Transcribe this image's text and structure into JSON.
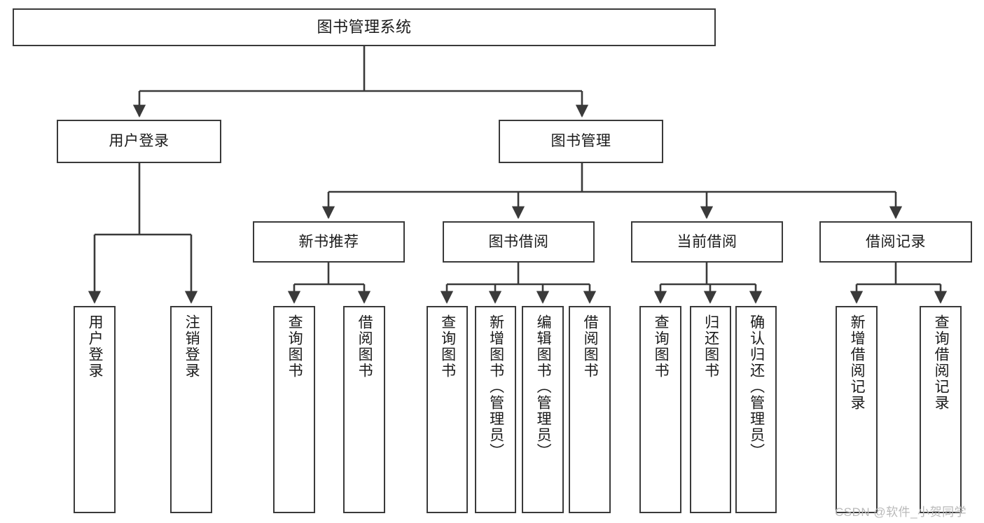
{
  "diagram": {
    "title": "图书管理系统",
    "type": "hierarchy-tree",
    "colors": {
      "stroke": "#3a3a3a",
      "fill": "#ffffff",
      "text": "#1a1a1a",
      "watermark": "#b9b9b9"
    },
    "levels": {
      "root": {
        "label": "图书管理系统"
      },
      "level2": [
        {
          "label": "用户登录"
        },
        {
          "label": "图书管理"
        }
      ],
      "level3": [
        {
          "label": "新书推荐"
        },
        {
          "label": "图书借阅"
        },
        {
          "label": "当前借阅"
        },
        {
          "label": "借阅记录"
        }
      ],
      "leaves": [
        {
          "label": "用户登录",
          "parent": "用户登录"
        },
        {
          "label": "注销登录",
          "parent": "用户登录"
        },
        {
          "label": "查询图书",
          "parent": "新书推荐"
        },
        {
          "label": "借阅图书",
          "parent": "新书推荐"
        },
        {
          "label": "查询图书",
          "parent": "图书借阅"
        },
        {
          "label": "新增图书（管理员）",
          "parent": "图书借阅"
        },
        {
          "label": "编辑图书（管理员）",
          "parent": "图书借阅"
        },
        {
          "label": "借阅图书",
          "parent": "图书借阅"
        },
        {
          "label": "查询图书",
          "parent": "当前借阅"
        },
        {
          "label": "归还图书",
          "parent": "当前借阅"
        },
        {
          "label": "确认归还（管理员）",
          "parent": "当前借阅"
        },
        {
          "label": "新增借阅记录",
          "parent": "借阅记录"
        },
        {
          "label": "查询借阅记录",
          "parent": "借阅记录"
        }
      ]
    },
    "watermark": "CSDN @软件_小贺同学"
  }
}
